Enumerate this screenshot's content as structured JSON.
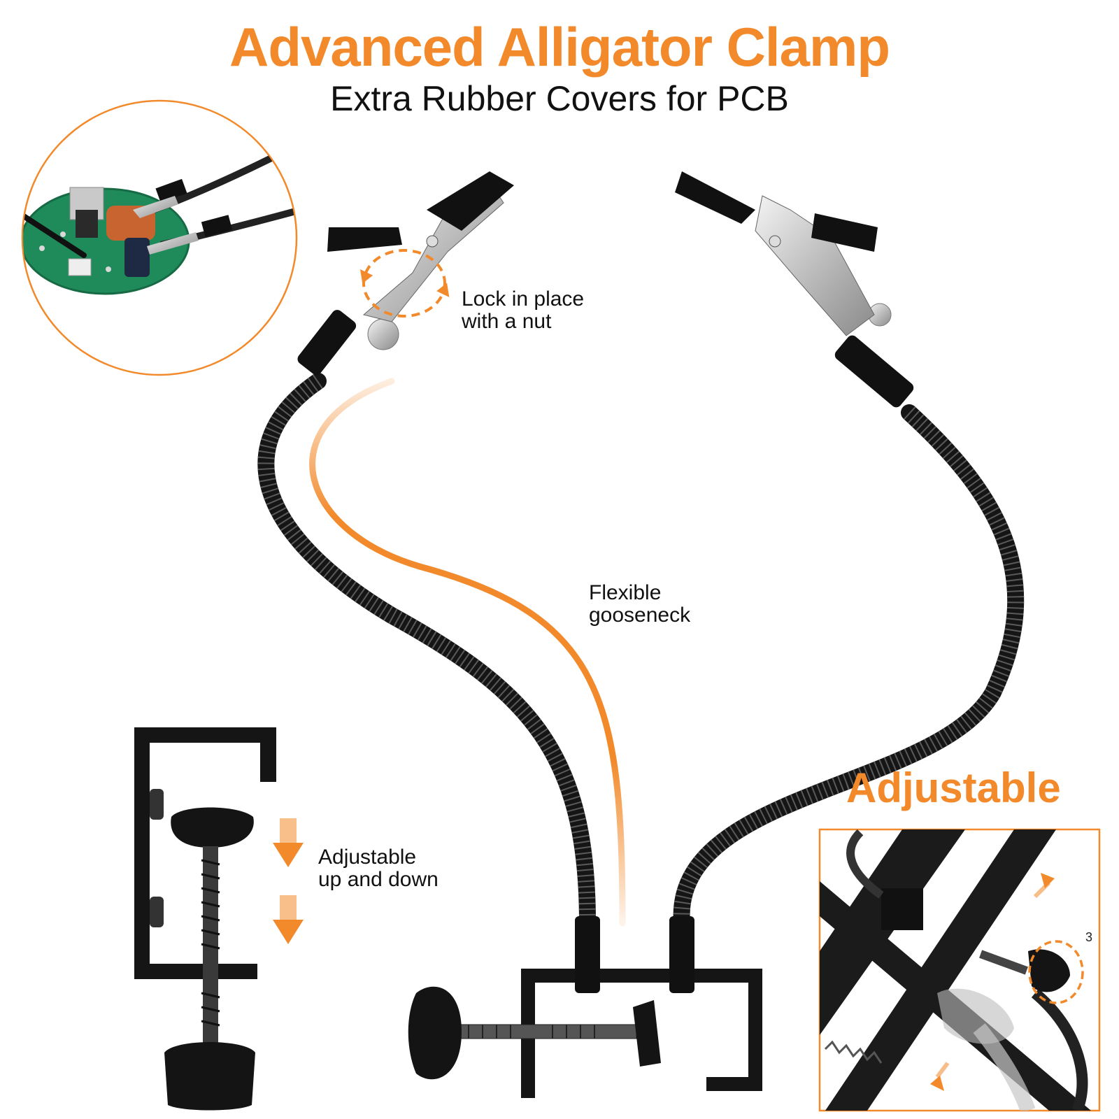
{
  "header": {
    "title": "Advanced Alligator Clamp",
    "subtitle": "Extra Rubber Covers for PCB"
  },
  "callouts": {
    "lock": [
      "Lock in place",
      "with a nut"
    ],
    "gooseneck": [
      "Flexible",
      "gooseneck"
    ],
    "up_down": [
      "Adjustable",
      "up and down"
    ]
  },
  "detail": {
    "title": "Adjustable",
    "number": "3"
  },
  "colors": {
    "accent": "#f28a2b",
    "text": "#111111",
    "metal_dark": "#1a1a1a"
  },
  "icons": [
    "pcb-inset-image",
    "alligator-clip-left",
    "alligator-clip-right",
    "gooseneck-arm-left",
    "gooseneck-arm-right",
    "c-clamp-base",
    "c-clamp-side-view",
    "rotate-arrow-icon",
    "down-arrow-icon",
    "detail-inset-image"
  ]
}
